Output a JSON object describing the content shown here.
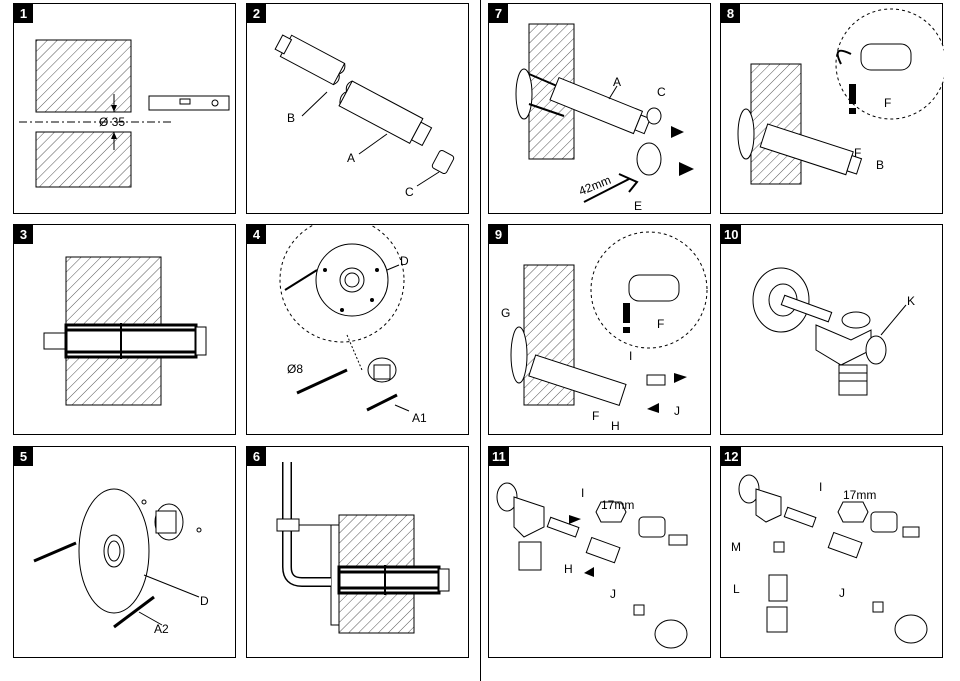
{
  "panels": [
    {
      "num": "1",
      "labels": {
        "dia": "Ø 35"
      }
    },
    {
      "num": "2",
      "labels": {
        "a": "A",
        "b": "B",
        "c": "C"
      }
    },
    {
      "num": "3",
      "labels": {}
    },
    {
      "num": "4",
      "labels": {
        "d": "D",
        "a1": "A1",
        "dia": "Ø8"
      }
    },
    {
      "num": "5",
      "labels": {
        "d": "D",
        "a2": "A2"
      }
    },
    {
      "num": "6",
      "labels": {}
    },
    {
      "num": "7",
      "labels": {
        "a": "A",
        "c": "C",
        "e": "E",
        "wrench": "42mm"
      }
    },
    {
      "num": "8",
      "labels": {
        "f1": "F",
        "f2": "F",
        "b": "B"
      }
    },
    {
      "num": "9",
      "labels": {
        "g": "G",
        "f1": "F",
        "f2": "F",
        "h": "H",
        "i": "I",
        "j": "J"
      }
    },
    {
      "num": "10",
      "labels": {
        "k": "K"
      }
    },
    {
      "num": "11",
      "labels": {
        "i": "I",
        "wrench": "17mm",
        "h": "H",
        "j": "J"
      }
    },
    {
      "num": "12",
      "labels": {
        "i": "I",
        "wrench": "17mm",
        "m": "M",
        "l": "L",
        "j": "J"
      }
    }
  ]
}
